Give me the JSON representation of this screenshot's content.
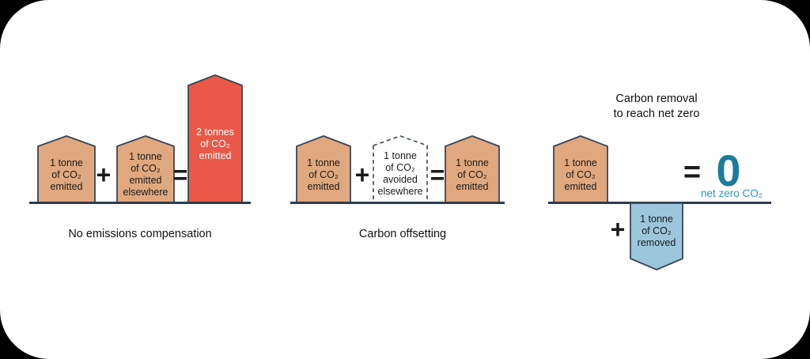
{
  "page": {
    "background": "#000000",
    "card_color": "#ffffff",
    "description": "Carbon offsetting explainer infographic"
  },
  "colors": {
    "tan_block": "#e0a87e",
    "red_block": "#ea5847",
    "blue_block": "#9cc6dc",
    "block_stroke": "#3a4656",
    "baseline": "#2e3b4d",
    "zero_teal": "#1b7c9d",
    "net_zero_label_teal": "#2e96b8",
    "text": "#1b1b1b"
  },
  "panels": {
    "no_compensation": {
      "caption": "No emissions compensation",
      "block1": "1 tonne\nof CO₂\nemitted",
      "block2": "1 tonne\nof CO₂\nemitted\nelsewhere",
      "block3": "2 tonnes\nof CO₂\nemitted",
      "op_plus": "+",
      "op_equals": "="
    },
    "offsetting": {
      "caption": "Carbon offsetting",
      "block1": "1 tonne\nof CO₂\nemitted",
      "block2": "1 tonne\nof CO₂\navoided\nelsewhere",
      "block3": "1 tonne\nof CO₂\nemitted",
      "op_plus": "+",
      "op_equals": "="
    },
    "removal": {
      "title": "Carbon removal\nto reach net zero",
      "block1": "1 tonne\nof CO₂\nemitted",
      "block2": "1 tonne\nof CO₂\nremoved",
      "op_plus": "+",
      "op_equals": "=",
      "result_value": "0",
      "result_label": "net zero CO₂"
    }
  }
}
